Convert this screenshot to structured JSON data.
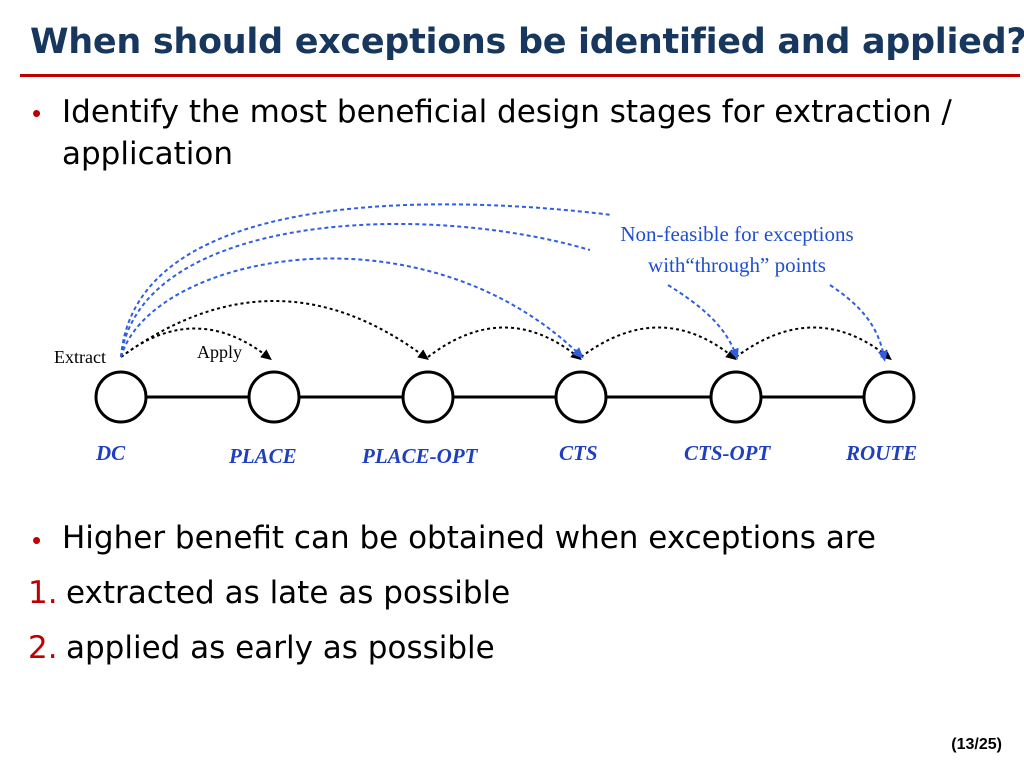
{
  "slide": {
    "title": "When should exceptions be identified and applied?",
    "bullet1_line1": "Identify the most beneficial design stages for extraction /",
    "bullet1_line2": "application",
    "bullet2": "Higher benefit can be obtained when exceptions are",
    "item1_number": "1.",
    "item1_text": "extracted as late as possible",
    "item2_number": "2.",
    "item2_text": "applied as early as possible",
    "page": "(13/25)"
  },
  "diagram": {
    "extract_label": "Extract",
    "apply_label": "Apply",
    "note_line1": "Non-feasible for exceptions",
    "note_line2": "with“through” points",
    "stages": [
      "DC",
      "PLACE",
      "PLACE-OPT",
      "CTS",
      "CTS-OPT",
      "ROUTE"
    ],
    "colors": {
      "feasible_arrow": "#000000",
      "nonfeasible_arrow": "#2f5fe0",
      "stage_label": "#1f3fbf",
      "title": "#17375e",
      "accent": "#c00000"
    }
  }
}
